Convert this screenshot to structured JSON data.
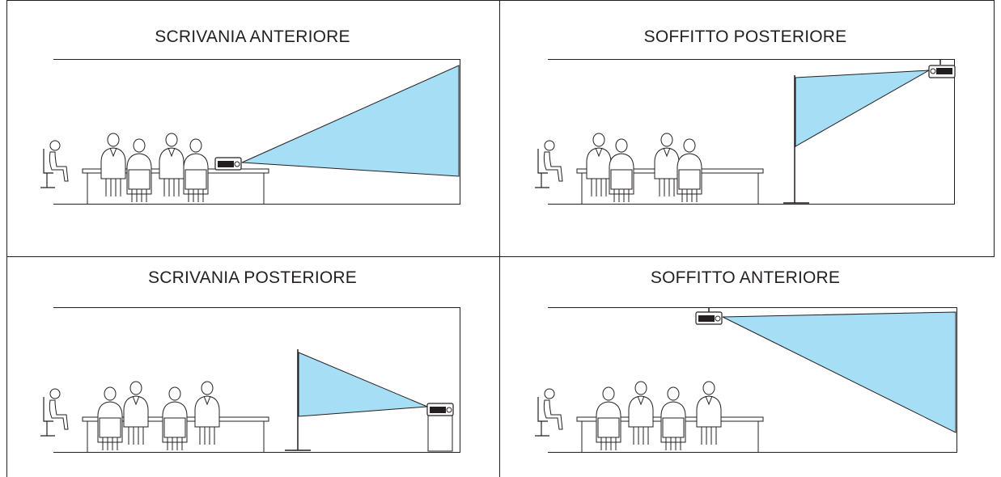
{
  "panels": [
    {
      "id": "desk-front",
      "title": "SCRIVANIA ANTERIORE"
    },
    {
      "id": "ceiling-rear",
      "title": "SOFFITTO POSTERIORE"
    },
    {
      "id": "desk-rear",
      "title": "SCRIVANIA POSTERIORE"
    },
    {
      "id": "ceiling-front",
      "title": "SOFFITTO ANTERIORE"
    }
  ],
  "colors": {
    "beam": "#a6dff5",
    "line": "#231f20",
    "projector": "#231f20"
  }
}
